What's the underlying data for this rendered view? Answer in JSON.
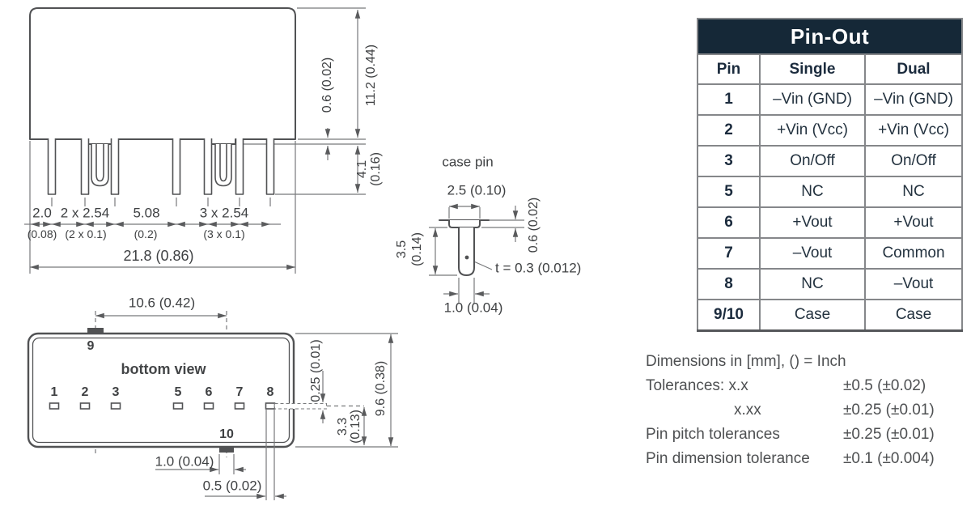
{
  "side_view": {
    "pitch_row_mm": [
      "2.0",
      "2 x 2.54",
      "5.08",
      "3 x 2.54"
    ],
    "pitch_row_inch": [
      "(0.08)",
      "(2 x 0.1)",
      "(0.2)",
      "(3 x 0.1)"
    ],
    "total_width": "21.8 (0.86)",
    "body_height": "11.2 (0.44)",
    "standoff": "0.6 (0.02)",
    "pin_length_mm": "4.1",
    "pin_length_inch": "(0.16)"
  },
  "case_pin": {
    "title": "case pin",
    "flange_width": "2.5 (0.10)",
    "flange_thickness": "0.6 (0.02)",
    "length_mm": "3.5",
    "length_inch": "(0.14)",
    "thickness": "t = 0.3 (0.012)",
    "shaft_width": "1.0 (0.04)"
  },
  "bottom_view": {
    "title": "bottom view",
    "pin_labels": [
      "1",
      "2",
      "3",
      "5",
      "6",
      "7",
      "8"
    ],
    "case_pin_top_label": "9",
    "case_pin_bottom_label": "10",
    "case_pin_pitch": "10.6 (0.42)",
    "pin_thickness": "0.25 (0.01)",
    "body_depth": "9.6 (0.38)",
    "pin_row_offset_mm": "3.3",
    "pin_row_offset_inch": "(0.13)",
    "case_pin_width": "1.0 (0.04)",
    "pin_width": "0.5 (0.02)"
  },
  "pinout_table": {
    "title": "Pin-Out",
    "columns": [
      "Pin",
      "Single",
      "Dual"
    ],
    "rows": [
      {
        "pin": "1",
        "single": "–Vin (GND)",
        "dual": "–Vin (GND)"
      },
      {
        "pin": "2",
        "single": "+Vin (Vcc)",
        "dual": "+Vin (Vcc)"
      },
      {
        "pin": "3",
        "single": "On/Off",
        "dual": "On/Off"
      },
      {
        "pin": "5",
        "single": "NC",
        "dual": "NC"
      },
      {
        "pin": "6",
        "single": "+Vout",
        "dual": "+Vout"
      },
      {
        "pin": "7",
        "single": "–Vout",
        "dual": "Common"
      },
      {
        "pin": "8",
        "single": "NC",
        "dual": "–Vout"
      },
      {
        "pin": "9/10",
        "single": "Case",
        "dual": "Case"
      }
    ]
  },
  "notes": {
    "heading": "Dimensions in [mm], () = Inch",
    "rows": [
      {
        "label": "Tolerances: x.x",
        "value": "±0.5 (±0.02)"
      },
      {
        "label": "x.xx",
        "value": "±0.25 (±0.01)"
      },
      {
        "label": "Pin pitch tolerances",
        "value": "±0.25 (±0.01)"
      },
      {
        "label": "Pin dimension tolerance",
        "value": "±0.1 (±0.004)"
      }
    ]
  },
  "colors": {
    "drawing_line": "#515254",
    "dimension_line": "#77797b",
    "label_text": "#3f4143",
    "table_header_bg": "#152837",
    "table_border": "#85878a",
    "table_text": "#1b2b3d"
  }
}
